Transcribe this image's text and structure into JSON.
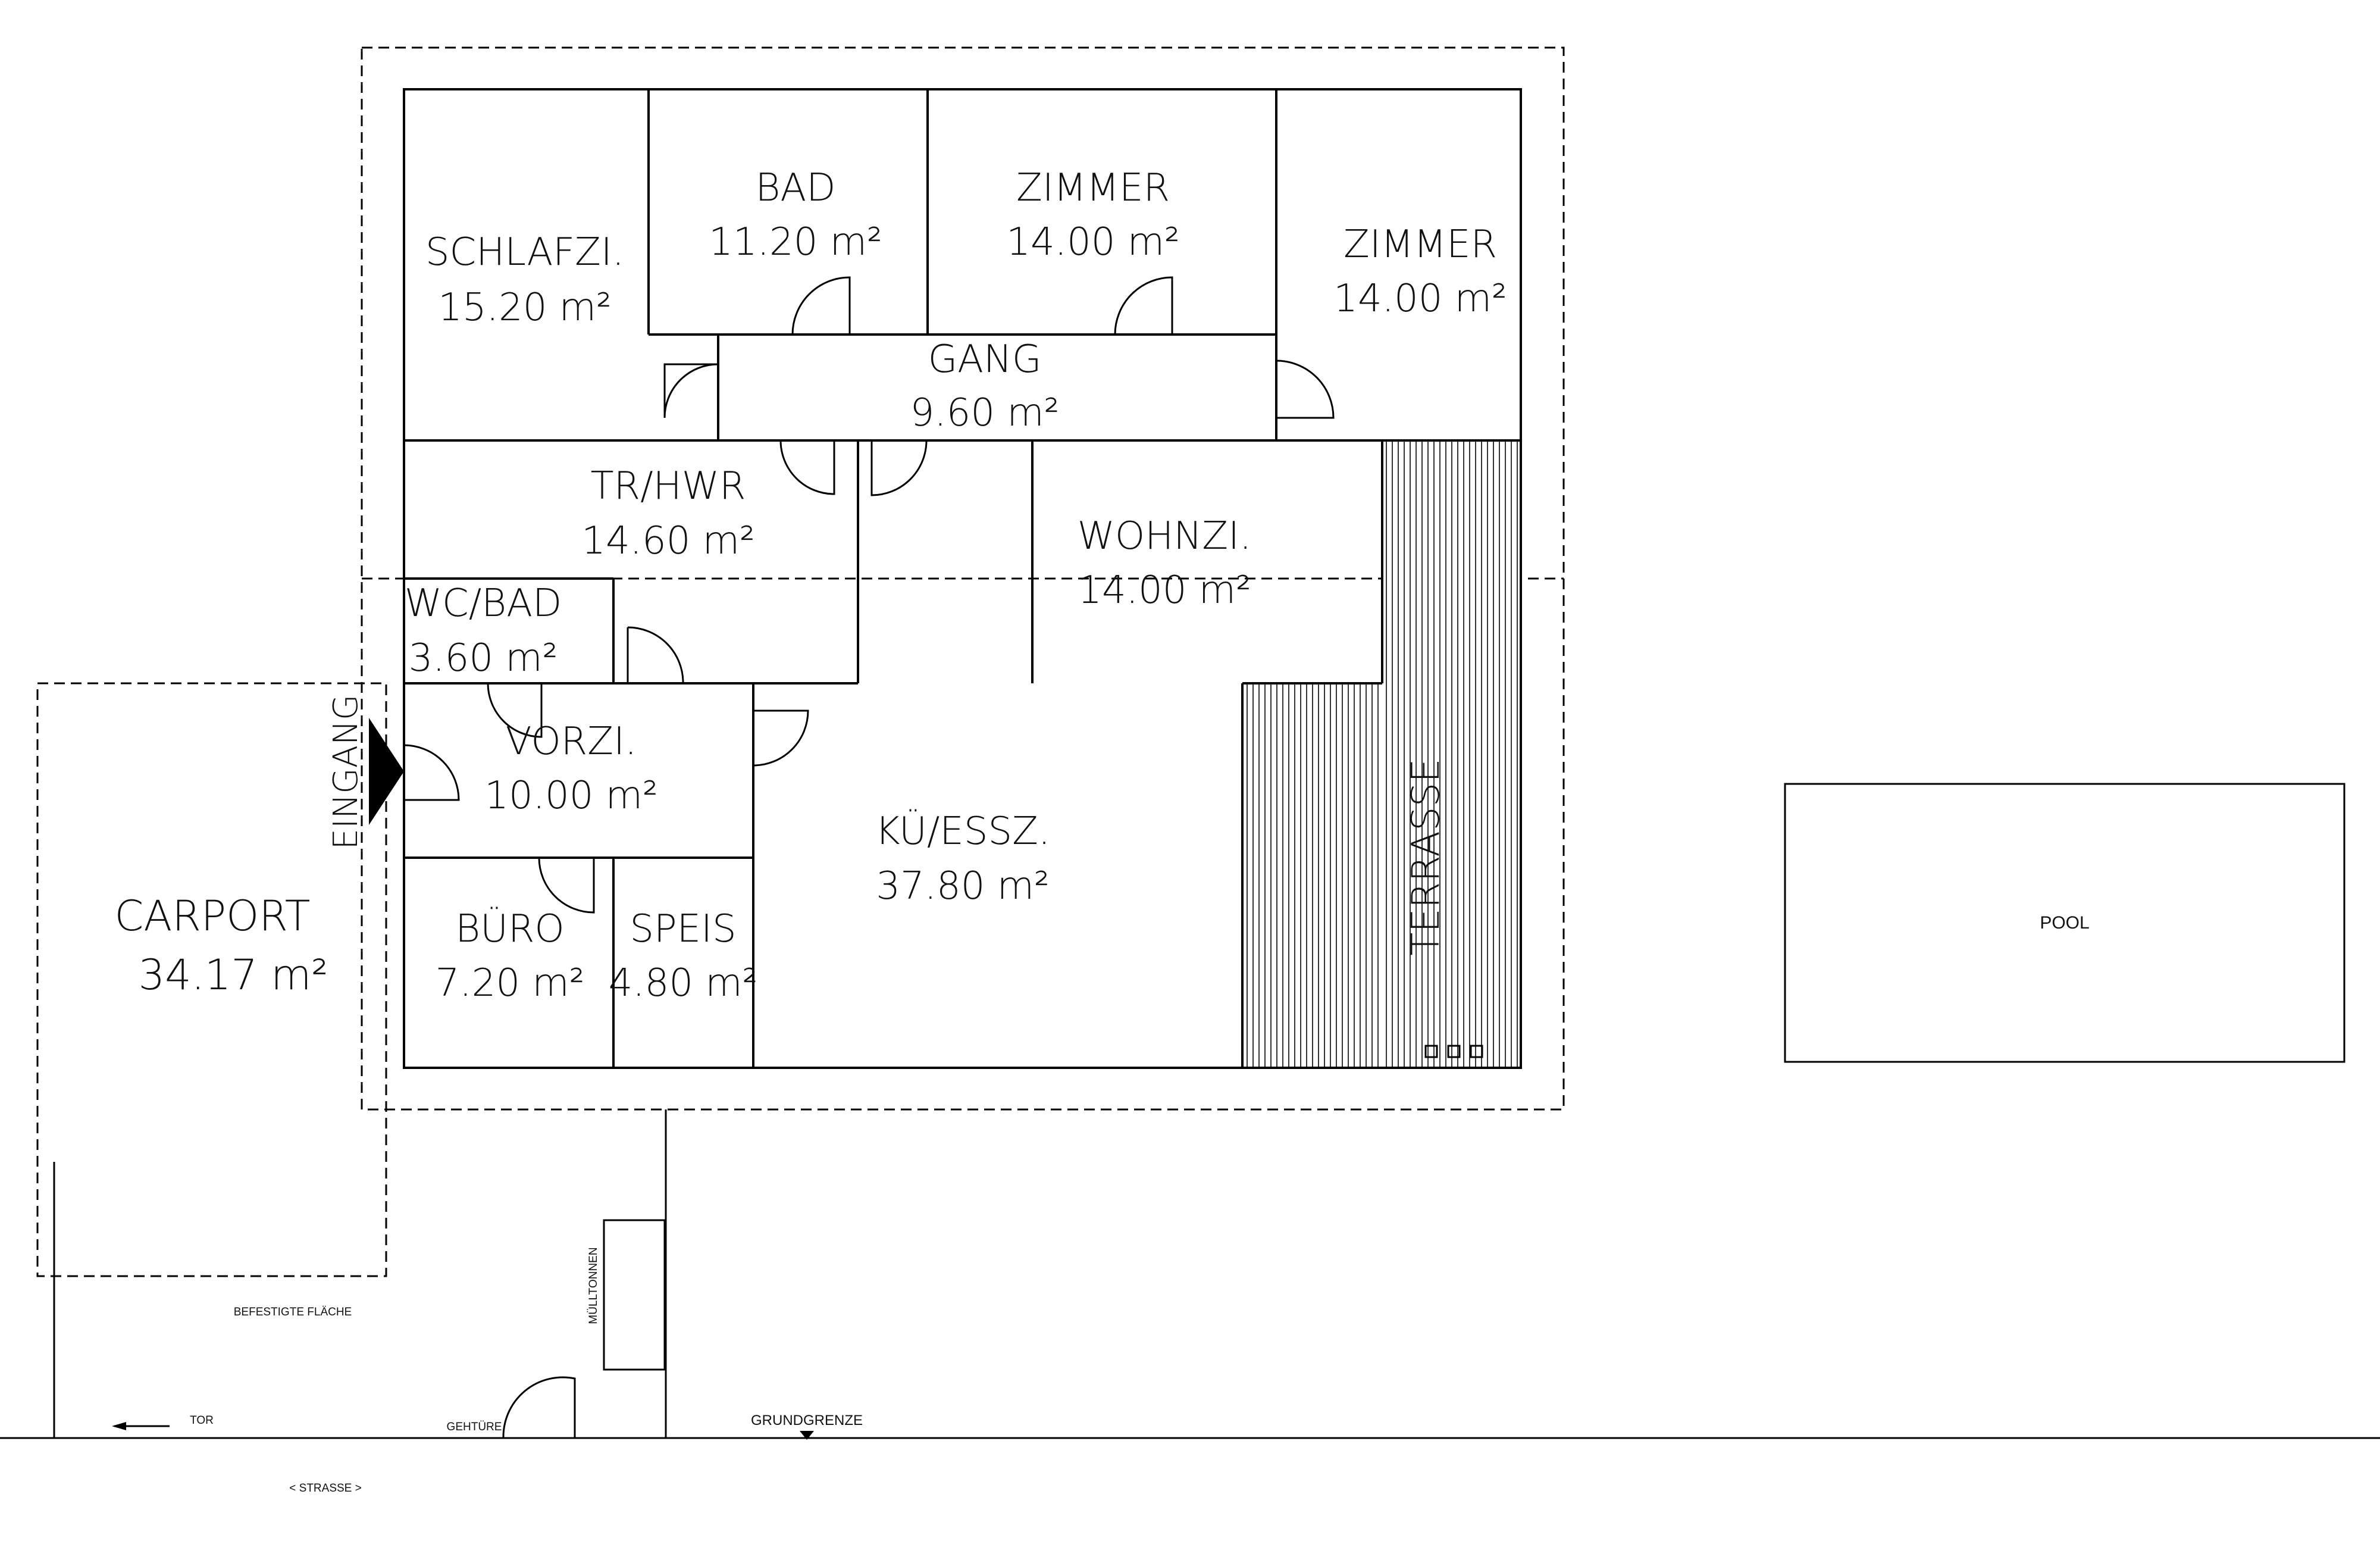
{
  "rooms": {
    "schlafzimmer": {
      "name": "SCHLAFZI.",
      "area": "15.20 m²"
    },
    "bad": {
      "name": "BAD",
      "area": "11.20 m²"
    },
    "zimmer1": {
      "name": "ZIMMER",
      "area": "14.00 m²"
    },
    "zimmer2": {
      "name": "ZIMMER",
      "area": "14.00 m²"
    },
    "gang": {
      "name": "GANG",
      "area": "9.60 m²"
    },
    "tr_hwr": {
      "name": "TR/HWR",
      "area": "14.60 m²"
    },
    "wohnzimmer": {
      "name": "WOHNZI.",
      "area": "14.00 m²"
    },
    "wc_bad": {
      "name": "WC/BAD",
      "area": "3.60 m²"
    },
    "vorzimmer": {
      "name": "VORZI.",
      "area": "10.00 m²"
    },
    "kueche_essen": {
      "name": "KÜ/ESSZ.",
      "area": "37.80 m²"
    },
    "buero": {
      "name": "BÜRO",
      "area": "7.20 m²"
    },
    "speis": {
      "name": "SPEIS",
      "area": "4.80 m²"
    },
    "carport": {
      "name": "CARPORT",
      "area": "34.17 m²"
    }
  },
  "labels": {
    "terrasse": "TERRASSE",
    "eingang": "EINGANG",
    "pool": "POOL",
    "muelltonnen": "MÜLLTONNEN",
    "befestigte_flaeche": "BEFESTIGTE FLÄCHE",
    "tor": "TOR",
    "gehtuere": "GEHTÜRE",
    "grundgrenze": "GRUNDGRENZE",
    "strasse": "< STRASSE >"
  }
}
